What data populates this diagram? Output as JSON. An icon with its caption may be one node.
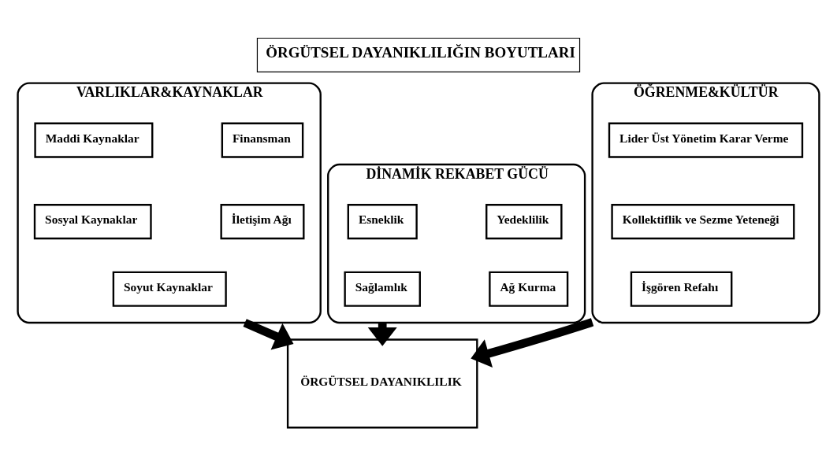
{
  "diagram": {
    "title": "ÖRGÜTSEL DAYANIKLILIĞIN BOYUTLARI",
    "nodes": [
      {
        "text": [
          "VARLIKLAR&KAYNAKLAR"
        ]
      },
      {
        "text": [
          "Maddi Kaynaklar"
        ],
        "in": 0
      },
      {
        "text": [
          "Finansman"
        ],
        "in": 0
      },
      {
        "text": [
          "Sosyal Kaynaklar"
        ],
        "in": 0
      },
      {
        "text": [
          "İletişim Ağı"
        ],
        "in": 0
      },
      {
        "text": [
          "Soyut Kaynaklar"
        ],
        "in": 0
      },
      {
        "text": [
          "DİNAMİK REKABET GÜCÜ"
        ]
      },
      {
        "text": [
          "Esneklik"
        ],
        "in": 6
      },
      {
        "text": [
          "Yedeklilik"
        ],
        "in": 6
      },
      {
        "text": [
          "Sağlamlık"
        ],
        "in": 6
      },
      {
        "text": [
          "Ağ Kurma"
        ],
        "in": 6
      },
      {
        "text": [
          "ÖĞRENME&KÜLTÜR"
        ]
      },
      {
        "text": [
          "Lider Üst Yönetim Karar Verme"
        ],
        "in": 11
      },
      {
        "text": [
          "Kollektiflik ve Sezme Yeteneği"
        ],
        "in": 11
      },
      {
        "text": [
          "İşgören Refahı"
        ],
        "in": 11
      },
      {
        "text": [
          "ÖRGÜTSEL DAYANIKLILIK"
        ]
      }
    ],
    "edges": [
      {
        "from": 0,
        "to": 15,
        "arrow": "to"
      },
      {
        "from": 6,
        "to": 15,
        "arrow": "to"
      },
      {
        "from": 11,
        "to": 15,
        "arrow": "to"
      }
    ]
  }
}
